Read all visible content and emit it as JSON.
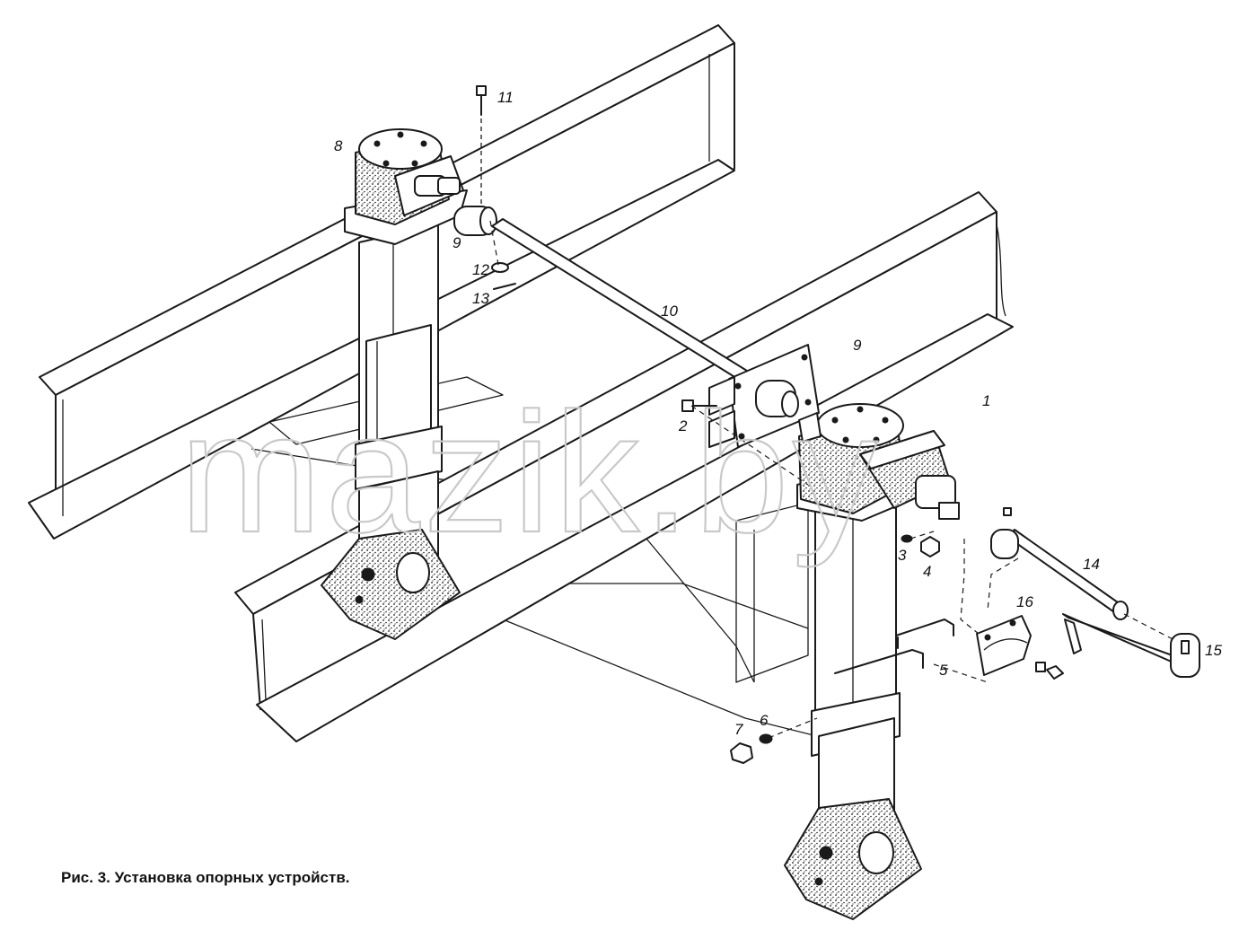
{
  "caption": "Рис. 3. Установка опорных устройств.",
  "watermark": "mazik.by",
  "callouts": {
    "c1": "1",
    "c2": "2",
    "c3": "3",
    "c4": "4",
    "c5": "5",
    "c6": "6",
    "c7": "7",
    "c8": "8",
    "c9a": "9",
    "c9b": "9",
    "c10": "10",
    "c11": "11",
    "c12": "12",
    "c13": "13",
    "c14": "14",
    "c15": "15",
    "c16": "16"
  },
  "colors": {
    "ink": "#1a1a1a",
    "watermark": "#c9c9c9",
    "background": "#ffffff"
  }
}
